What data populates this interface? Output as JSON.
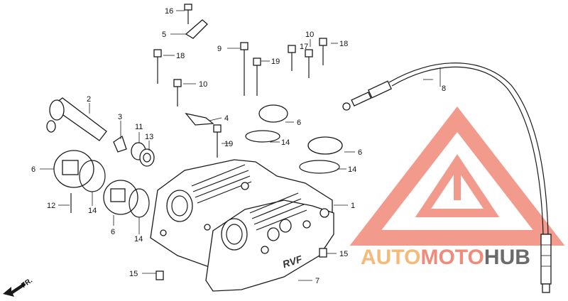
{
  "callouts": [
    {
      "id": "c16",
      "text": "16"
    },
    {
      "id": "c5",
      "text": "5"
    },
    {
      "id": "c9",
      "text": "9"
    },
    {
      "id": "c10a",
      "text": "10"
    },
    {
      "id": "c17",
      "text": "17"
    },
    {
      "id": "c18a",
      "text": "18"
    },
    {
      "id": "c18b",
      "text": "18"
    },
    {
      "id": "c19a",
      "text": "19"
    },
    {
      "id": "c10b",
      "text": "10"
    },
    {
      "id": "c8",
      "text": "8"
    },
    {
      "id": "c2",
      "text": "2"
    },
    {
      "id": "c3",
      "text": "3"
    },
    {
      "id": "c11",
      "text": "11"
    },
    {
      "id": "c13",
      "text": "13"
    },
    {
      "id": "c4",
      "text": "4"
    },
    {
      "id": "c6a",
      "text": "6"
    },
    {
      "id": "c14a",
      "text": "14"
    },
    {
      "id": "c6b",
      "text": "6"
    },
    {
      "id": "c14b",
      "text": "14"
    },
    {
      "id": "c6c",
      "text": "6"
    },
    {
      "id": "c19b",
      "text": "19"
    },
    {
      "id": "c12",
      "text": "12"
    },
    {
      "id": "c14c",
      "text": "14"
    },
    {
      "id": "c6d",
      "text": "6"
    },
    {
      "id": "c14d",
      "text": "14"
    },
    {
      "id": "c1",
      "text": "1"
    },
    {
      "id": "c15a",
      "text": "15"
    },
    {
      "id": "c15b",
      "text": "15"
    },
    {
      "id": "c7",
      "text": "7"
    }
  ],
  "direction_marker": "FR.",
  "watermark": {
    "part1": "AUTO",
    "part2": "MOTO",
    "part3": "HUB",
    "color_primary": "#f08a7a",
    "color_accent": "#f5b97a",
    "color_dark": "#6b6b6b"
  },
  "emboss_text": "RVF"
}
